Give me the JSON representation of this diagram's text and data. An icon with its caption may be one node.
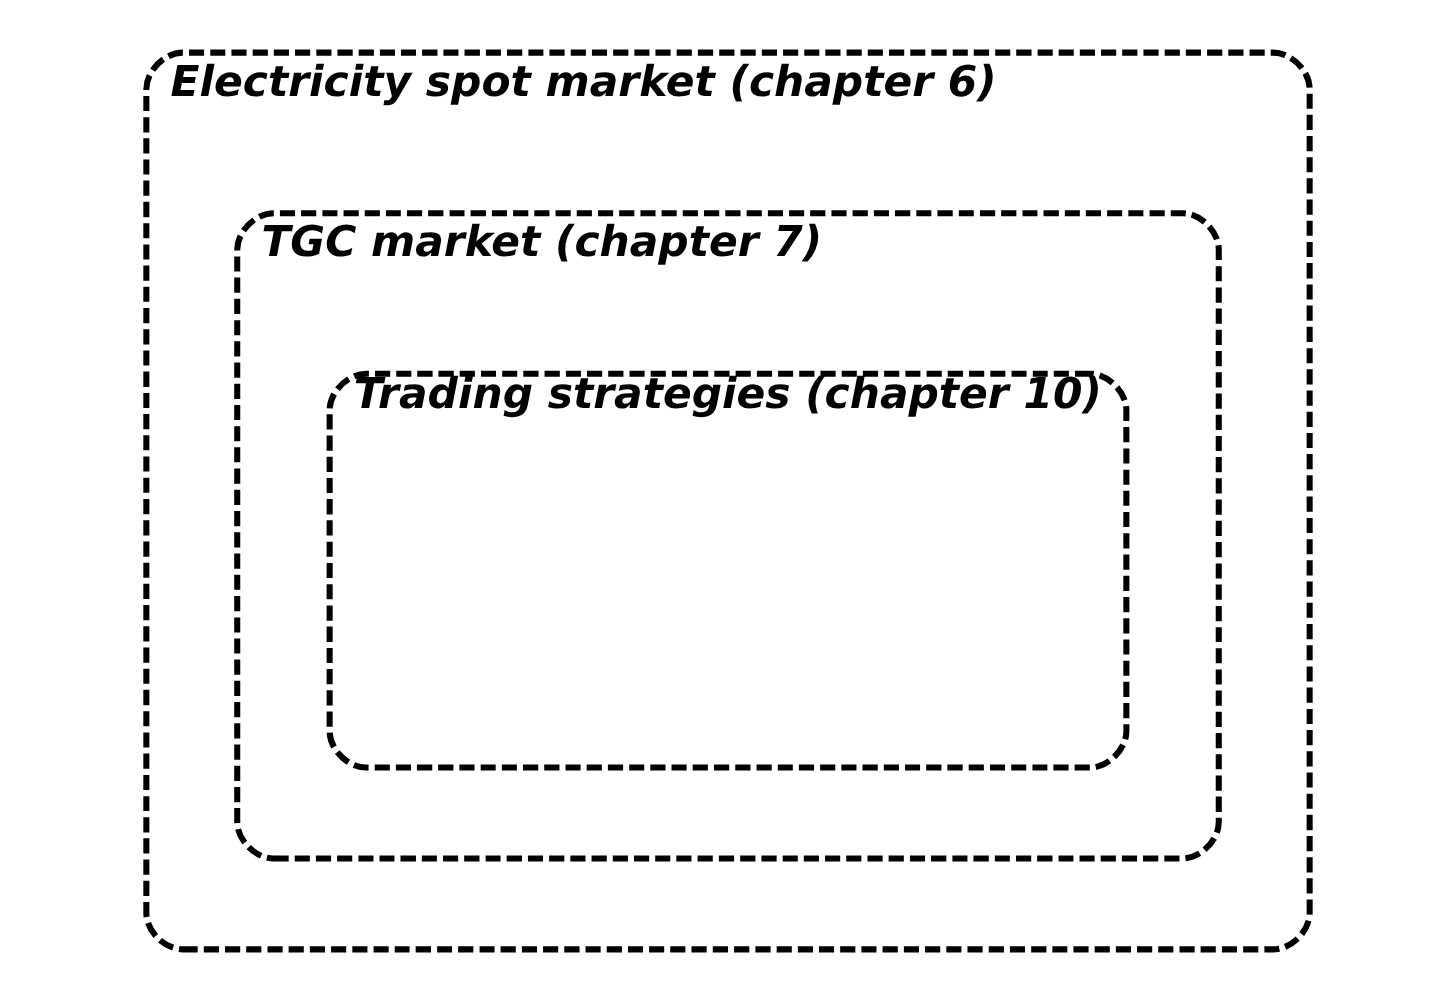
{
  "diagram": {
    "nodes": [
      {
        "text": [
          "Electricity spot market (chapter 6)"
        ]
      },
      {
        "text": [
          "TGC market (chapter 7)"
        ],
        "in": 0
      },
      {
        "text": [
          "Trading strategies (chapter 10)"
        ],
        "in": 1
      }
    ]
  }
}
